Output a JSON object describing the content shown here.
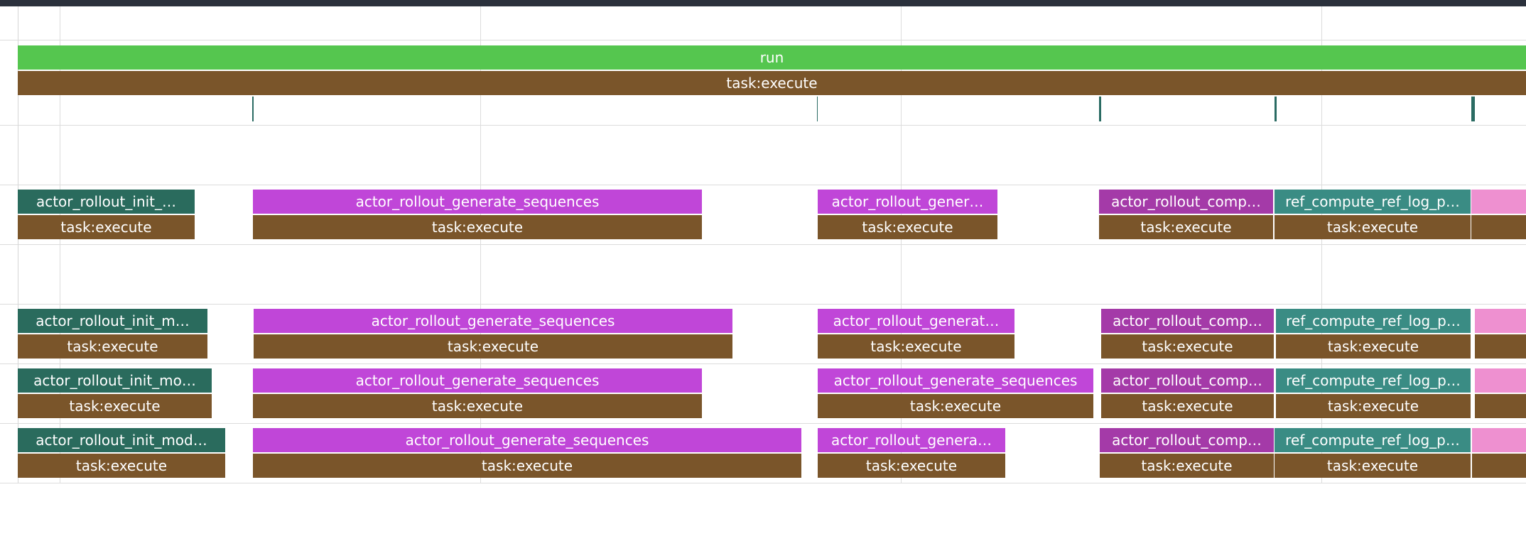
{
  "colors": {
    "run": "#55c64f",
    "task": "#7a552a",
    "init": "#2a6b5d",
    "generate": "#c046d8",
    "compute": "#a43aa8",
    "ref": "#3a8c84",
    "pink": "#ee90d0",
    "tick": "#2a6b63"
  },
  "run_track": {
    "run_label": "run",
    "task_label": "task:execute"
  },
  "rows": [
    {
      "slices": [
        {
          "label": "actor_rollout_init_…",
          "kind": "init"
        },
        {
          "label": "actor_rollout_generate_sequences",
          "kind": "generate"
        },
        {
          "label": "actor_rollout_gener…",
          "kind": "generate"
        },
        {
          "label": "actor_rollout_comp…",
          "kind": "compute"
        },
        {
          "label": "ref_compute_ref_log_p…",
          "kind": "ref"
        },
        {
          "label": "",
          "kind": "pink"
        }
      ],
      "task_labels": [
        "task:execute",
        "task:execute",
        "task:execute",
        "task:execute",
        "task:execute",
        ""
      ]
    },
    {
      "slices": [
        {
          "label": "actor_rollout_init_m…",
          "kind": "init"
        },
        {
          "label": "actor_rollout_generate_sequences",
          "kind": "generate"
        },
        {
          "label": "actor_rollout_generat…",
          "kind": "generate"
        },
        {
          "label": "actor_rollout_comp…",
          "kind": "compute"
        },
        {
          "label": "ref_compute_ref_log_p…",
          "kind": "ref"
        },
        {
          "label": "",
          "kind": "pink"
        }
      ],
      "task_labels": [
        "task:execute",
        "task:execute",
        "task:execute",
        "task:execute",
        "task:execute",
        ""
      ]
    },
    {
      "slices": [
        {
          "label": "actor_rollout_init_mo…",
          "kind": "init"
        },
        {
          "label": "actor_rollout_generate_sequences",
          "kind": "generate"
        },
        {
          "label": "actor_rollout_generate_sequences",
          "kind": "generate"
        },
        {
          "label": "actor_rollout_comp…",
          "kind": "compute"
        },
        {
          "label": "ref_compute_ref_log_p…",
          "kind": "ref"
        },
        {
          "label": "",
          "kind": "pink"
        }
      ],
      "task_labels": [
        "task:execute",
        "task:execute",
        "task:execute",
        "task:execute",
        "task:execute",
        ""
      ]
    },
    {
      "slices": [
        {
          "label": "actor_rollout_init_mod…",
          "kind": "init"
        },
        {
          "label": "actor_rollout_generate_sequences",
          "kind": "generate"
        },
        {
          "label": "actor_rollout_genera…",
          "kind": "generate"
        },
        {
          "label": "actor_rollout_comp…",
          "kind": "compute"
        },
        {
          "label": "ref_compute_ref_log_p…",
          "kind": "ref"
        },
        {
          "label": "",
          "kind": "pink"
        }
      ],
      "task_labels": [
        "task:execute",
        "task:execute",
        "task:execute",
        "task:execute",
        "task:execute",
        ""
      ]
    }
  ]
}
